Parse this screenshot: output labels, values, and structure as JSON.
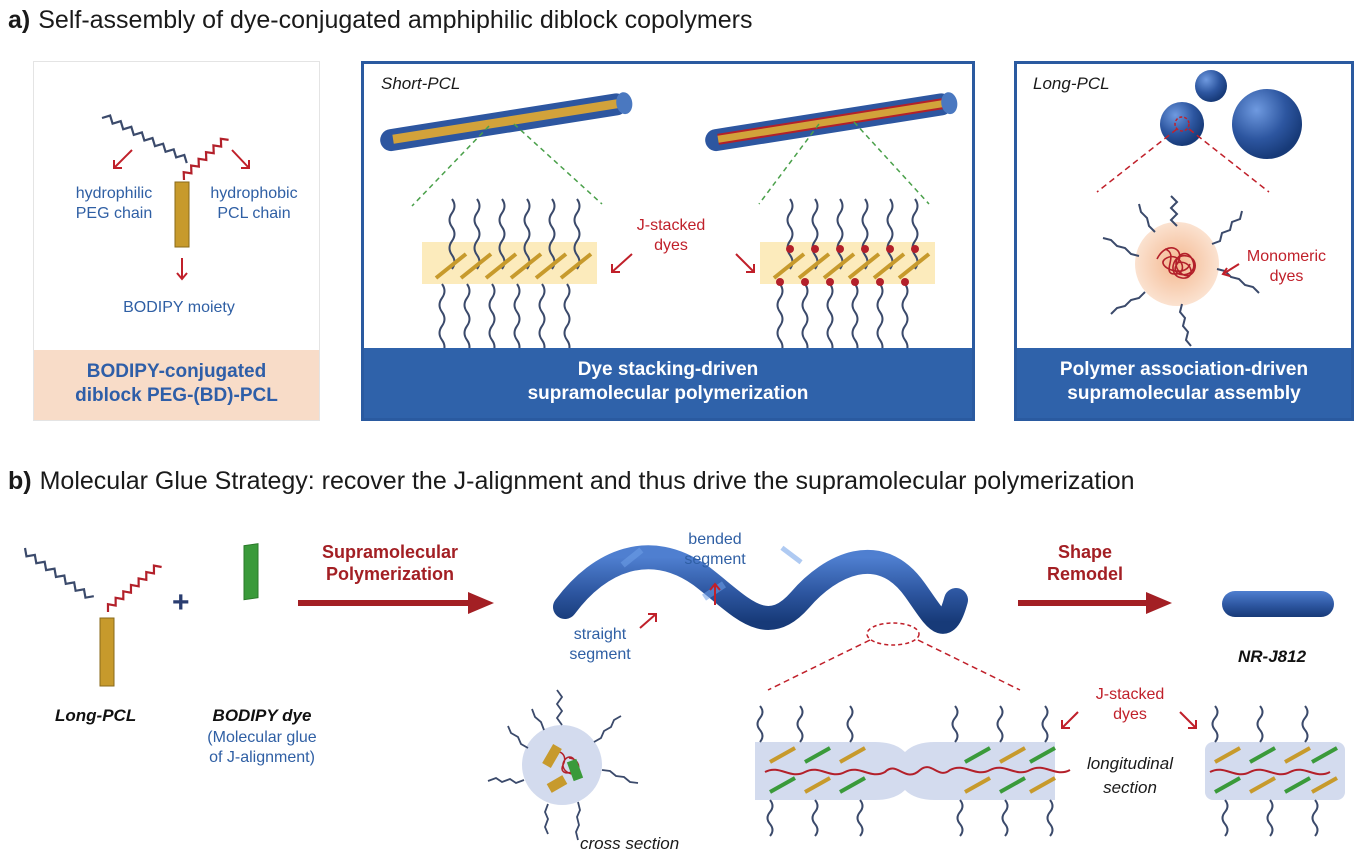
{
  "section_a": {
    "letter": "a)",
    "title": "Self-assembly of dye-conjugated amphiphilic diblock copolymers",
    "panel1": {
      "hydrophilic": "hydrophilic",
      "peg_chain": "PEG chain",
      "hydrophobic": "hydrophobic",
      "pcl_chain": "PCL chain",
      "bodipy_moiety": "BODIPY moiety",
      "footer_line1": "BODIPY-conjugated",
      "footer_line2": "diblock PEG-(BD)-PCL"
    },
    "panel2": {
      "title": "Short-PCL",
      "j_stacked_line1": "J-stacked",
      "j_stacked_line2": "dyes",
      "footer_line1": "Dye stacking-driven",
      "footer_line2": "supramolecular polymerization"
    },
    "panel3": {
      "title": "Long-PCL",
      "monomeric_line1": "Monomeric",
      "monomeric_line2": "dyes",
      "footer_line1": "Polymer association-driven",
      "footer_line2": "supramolecular assembly"
    }
  },
  "section_b": {
    "letter": "b)",
    "title": "Molecular Glue Strategy: recover the J-alignment and thus drive the supramolecular polymerization",
    "plus": "+",
    "long_pcl": "Long-PCL",
    "bodipy_dye": "BODIPY dye",
    "glue_line1": "(Molecular glue",
    "glue_line2": "of J-alignment)",
    "arrow1_line1": "Supramolecular",
    "arrow1_line2": "Polymerization",
    "bended_line1": "bended",
    "bended_line2": "segment",
    "straight_line1": "straight",
    "straight_line2": "segment",
    "arrow2_line1": "Shape",
    "arrow2_line2": "Remodel",
    "product": "NR-J812",
    "j_stacked_line1": "J-stacked",
    "j_stacked_line2": "dyes",
    "longitudinal_line1": "longitudinal",
    "longitudinal_line2": "section",
    "cross_section": "cross section"
  },
  "colors": {
    "blue": "#2f62aa",
    "peach": "#f8dcc8",
    "dark_red": "#a31f24",
    "dye_gold": "#c79a2c",
    "dye_green": "#3a9a3a",
    "chain_navy": "#3b4a6b",
    "chain_red": "#b3202a"
  }
}
